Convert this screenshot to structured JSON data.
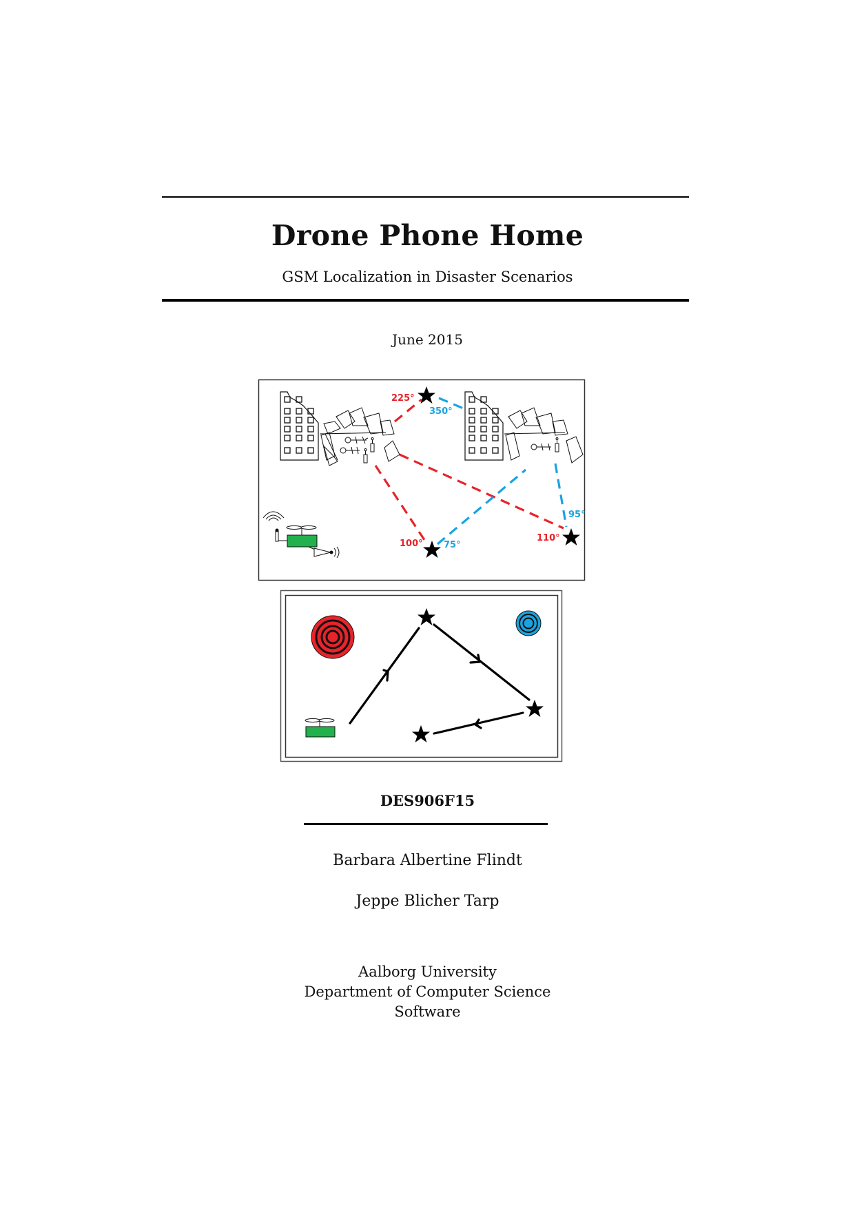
{
  "document": {
    "title": "Drone Phone Home",
    "subtitle": "GSM Localization in Disaster Scenarios",
    "date": "June 2015",
    "project_code": "DES906F15",
    "authors": [
      "Barbara Albertine Flindt",
      "Jeppe Blicher Tarp"
    ],
    "affiliation": {
      "university": "Aalborg University",
      "department": "Department of Computer Science",
      "program": "Software"
    }
  },
  "figures": {
    "triangulation": {
      "description": "Drone measuring bearings from three positions toward phones in collapsed buildings",
      "angle_labels": {
        "top_red": "225°",
        "top_blue": "350°",
        "bottom_red": "100°",
        "bottom_blue": "75°",
        "right_red": "110°",
        "right_blue": "95°"
      },
      "colors": {
        "red": "#e8232a",
        "blue": "#1aa3e0",
        "drone_green": "#22b14c"
      }
    },
    "flight_path": {
      "description": "Drone flight path across three measurement points with two estimated phone locations",
      "colors": {
        "red_target": "#e8232a",
        "blue_target": "#1aa3e0",
        "drone_green": "#22b14c"
      }
    }
  }
}
